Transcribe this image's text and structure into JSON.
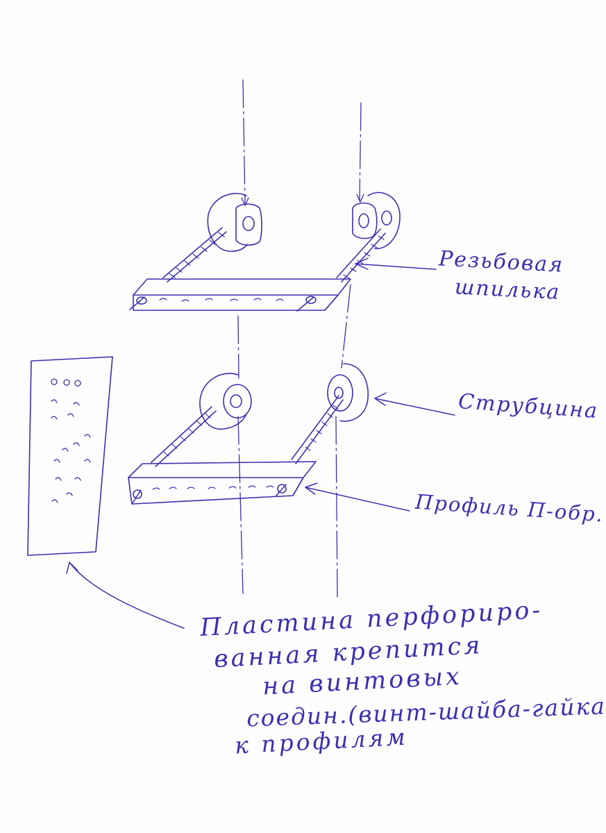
{
  "colors": {
    "ink": "#3b2fb0",
    "paper": "#fdfdfd"
  },
  "labels": {
    "thread_rod_line1": "Резьбовая",
    "thread_rod_line2": "шпилька",
    "clamp": "Струбцина",
    "profile": "Профиль П-обр.",
    "plate_line1": "Пластина перфориро-",
    "plate_line2": "ванная крепится",
    "plate_line3": "на винтовых",
    "plate_line4": "соедин.(винт-шайба-гайка)",
    "plate_line5": "к профилям"
  }
}
